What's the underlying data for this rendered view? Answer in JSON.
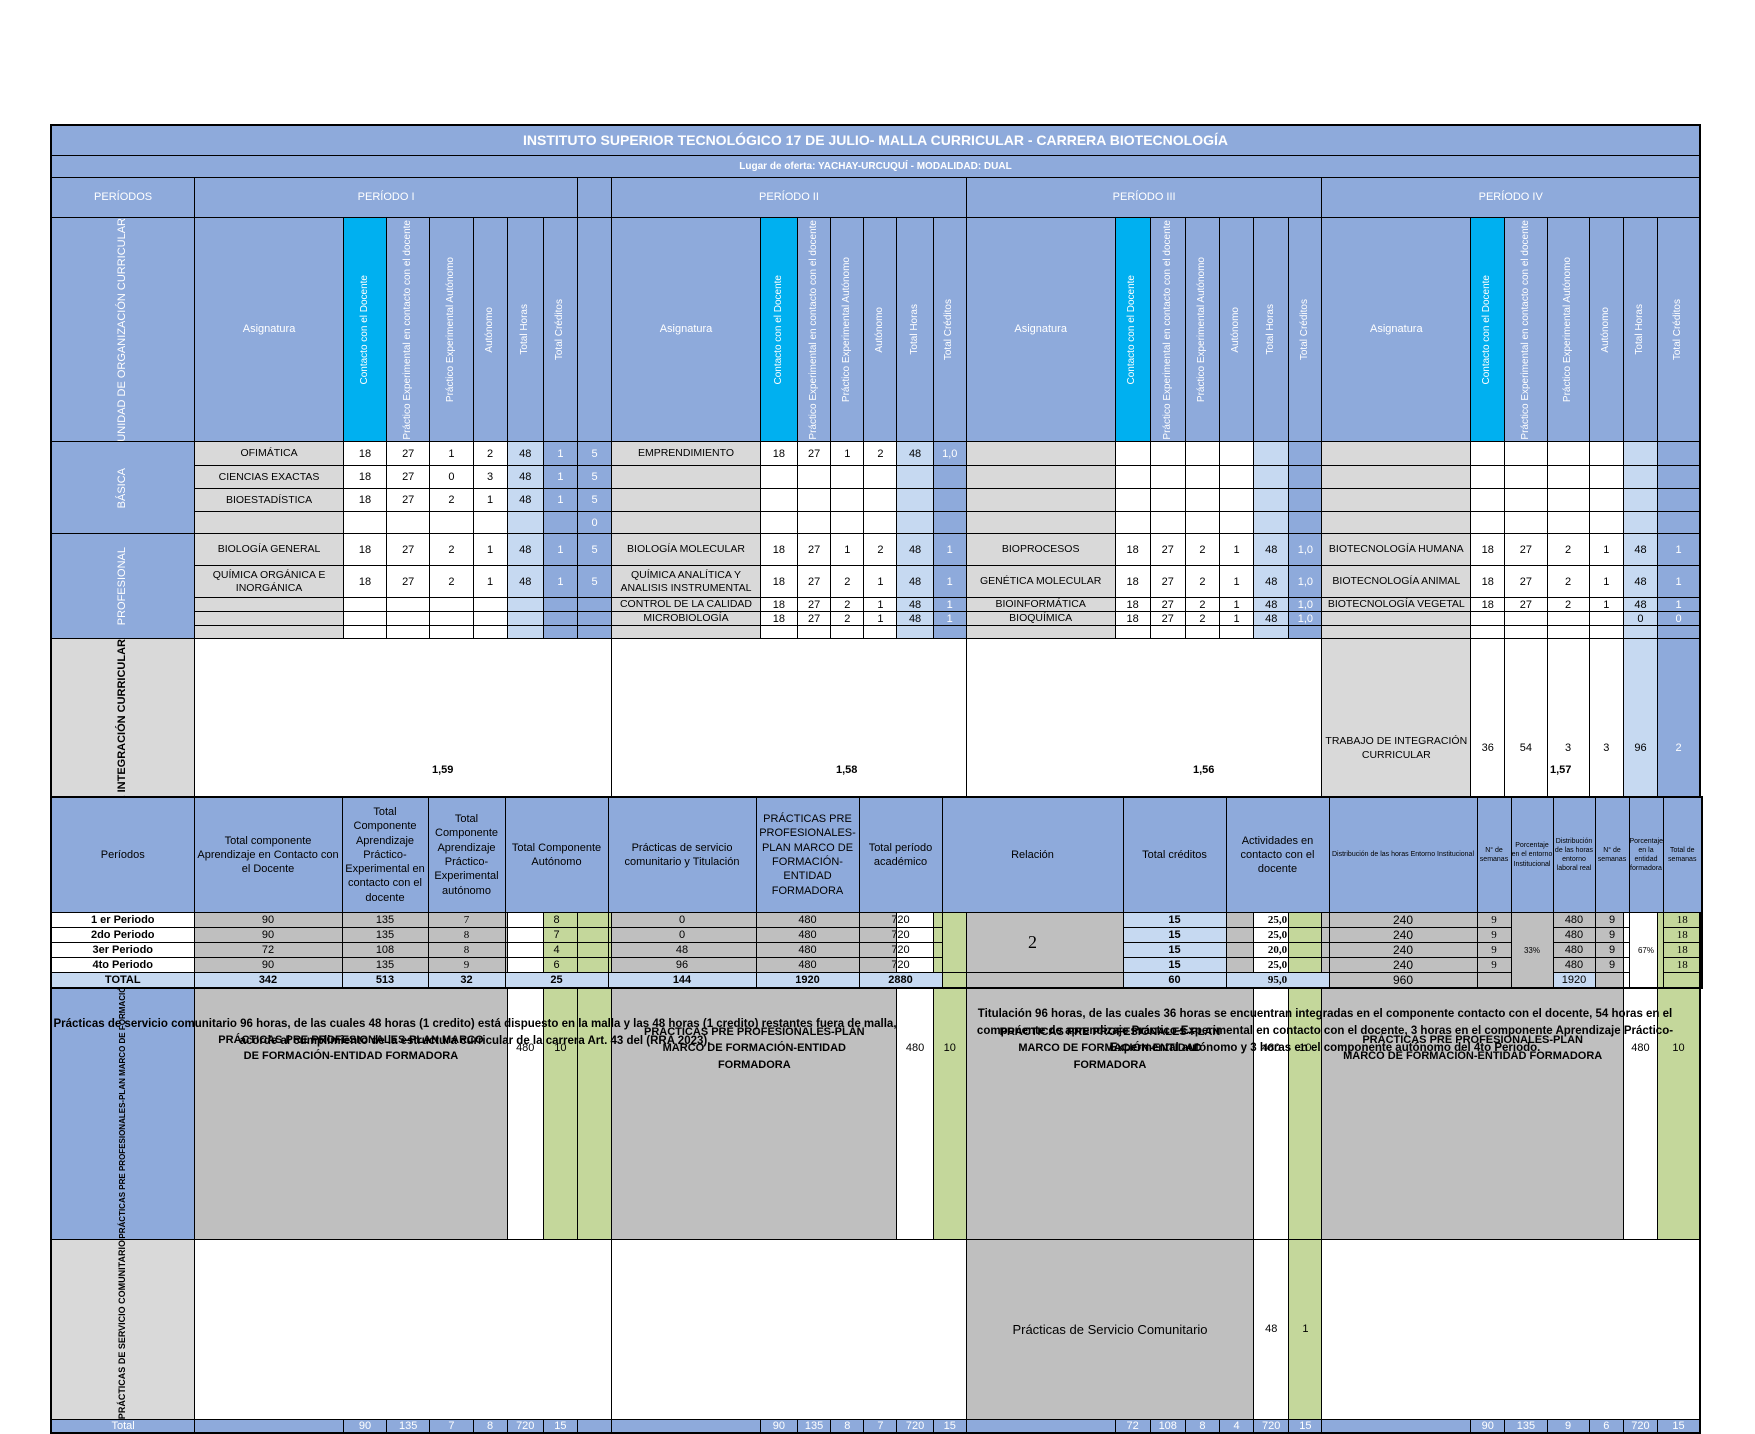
{
  "title": "INSTITUTO SUPERIOR TECNOLÓGICO 17 DE JULIO- MALLA CURRICULAR - CARRERA BIOTECNOLOGÍA",
  "subtitle": "Lugar de oferta: YACHAY-URCUQUÍ  - MODALIDAD: DUAL",
  "periodos_label": "PERÍODOS",
  "periods": [
    "PERÍODO I",
    "PERÍODO II",
    "PERÍODO III",
    "PERÍODO IV"
  ],
  "unidad_label": "UNIDAD DE ORGANIZACIÓN CURRICULAR",
  "col_headers": {
    "asignatura": "Asignatura",
    "contacto": "Contacto con el Docente",
    "pe_contacto": "Práctico Experimental en contacto con el docente",
    "pe_autonomo": "Práctico Experimental Autónomo",
    "autonomo": "Autónomo",
    "total_horas": "Total Horas",
    "total_creditos": "Total Créditos"
  },
  "units": {
    "basica": "BÁSICA",
    "profesional": "PROFESIONAL",
    "integracion": "UNIDAD DE INTEGRACIÓN CURRICULAR",
    "practicas": "PRÁCTICAS PRE PROFESIONALES-PLAN MARCO DE FORMACIÓN-ENTIDAD FORMADORA (DUAL)",
    "servicio": "PRÁCTICAS DE SERVICIO COMUNITARIO"
  },
  "basica": {
    "p1": [
      [
        "OFIMÁTICA",
        "18",
        "27",
        "1",
        "2",
        "48",
        "1"
      ],
      [
        "CIENCIAS EXACTAS",
        "18",
        "27",
        "0",
        "3",
        "48",
        "1"
      ],
      [
        "BIOESTADÍSTICA",
        "18",
        "27",
        "2",
        "1",
        "48",
        "1"
      ],
      [
        "",
        "",
        "",
        "",
        "",
        "",
        ""
      ]
    ],
    "p1_extra": [
      "5",
      "5",
      "5",
      "0"
    ],
    "p2": [
      [
        "EMPRENDIMIENTO",
        "18",
        "27",
        "1",
        "2",
        "48",
        "1,0"
      ],
      [
        "",
        "",
        "",
        "",
        "",
        "",
        ""
      ],
      [
        "",
        "",
        "",
        "",
        "",
        "",
        ""
      ],
      [
        "",
        "",
        "",
        "",
        "",
        "",
        ""
      ]
    ]
  },
  "profesional": {
    "p1": [
      [
        "BIOLOGÍA GENERAL",
        "18",
        "27",
        "2",
        "1",
        "48",
        "1"
      ],
      [
        "QUÍMICA ORGÁNICA E INORGÁNICA",
        "18",
        "27",
        "2",
        "1",
        "48",
        "1"
      ],
      [
        "",
        "",
        "",
        "",
        "",
        "",
        ""
      ],
      [
        "",
        "",
        "",
        "",
        "",
        "",
        ""
      ]
    ],
    "p1_extra": [
      "5",
      "5",
      "",
      ""
    ],
    "p2": [
      [
        "BIOLOGÍA MOLECULAR",
        "18",
        "27",
        "1",
        "2",
        "48",
        "1"
      ],
      [
        "QUÍMICA ANALÍTICA Y ANALISIS INSTRUMENTAL",
        "18",
        "27",
        "2",
        "1",
        "48",
        "1"
      ],
      [
        "CONTROL DE LA CALIDAD",
        "18",
        "27",
        "2",
        "1",
        "48",
        "1"
      ],
      [
        "MICROBIOLOGÍA",
        "18",
        "27",
        "2",
        "1",
        "48",
        "1"
      ]
    ],
    "p3": [
      [
        "BIOPROCESOS",
        "18",
        "27",
        "2",
        "1",
        "48",
        "1,0"
      ],
      [
        "GENÉTICA MOLECULAR",
        "18",
        "27",
        "2",
        "1",
        "48",
        "1,0"
      ],
      [
        "BIOINFORMÁTICA",
        "18",
        "27",
        "2",
        "1",
        "48",
        "1,0"
      ],
      [
        "BIOQUÍMICA",
        "18",
        "27",
        "2",
        "1",
        "48",
        "1,0"
      ]
    ],
    "p4": [
      [
        "BIOTECNOLOGÍA HUMANA",
        "18",
        "27",
        "2",
        "1",
        "48",
        "1"
      ],
      [
        "BIOTECNOLOGÍA ANIMAL",
        "18",
        "27",
        "2",
        "1",
        "48",
        "1"
      ],
      [
        "BIOTECNOLOGÍA VEGETAL",
        "18",
        "27",
        "2",
        "1",
        "48",
        "1"
      ],
      [
        "",
        "",
        "",
        "",
        "",
        "0",
        "0"
      ]
    ]
  },
  "integracion": [
    "TRABAJO DE INTEGRACIÓN CURRICULAR",
    "36",
    "54",
    "3",
    "3",
    "96",
    "2"
  ],
  "practicas": {
    "label": "PRÁCTICAS PRE PROFESIONALES-PLAN MARCO DE FORMACIÓN-ENTIDAD FORMADORA",
    "horas": "480",
    "creditos": "10"
  },
  "servicio": {
    "label": "Prácticas de Servicio Comunitario",
    "horas": "48",
    "creditos": "1"
  },
  "total_label": "Total",
  "totals": {
    "p1": [
      "90",
      "135",
      "7",
      "8",
      "720",
      "15"
    ],
    "p2": [
      "90",
      "135",
      "8",
      "7",
      "720",
      "15"
    ],
    "p3": [
      "72",
      "108",
      "8",
      "4",
      "720",
      "15"
    ],
    "p4": [
      "90",
      "135",
      "9",
      "6",
      "720",
      "15"
    ]
  },
  "ratios": [
    "1,59",
    "1,58",
    "1,56",
    "1,57"
  ],
  "summary": {
    "headers": [
      "Períodos",
      "Total componente Aprendizaje en Contacto con el Docente",
      "Total Componente Aprendizaje Práctico-Experimental en contacto con el docente",
      "Total Componente Aprendizaje Práctico-Experimental autónomo",
      "Total Componente Autónomo",
      "Prácticas de servicio comunitario y Titulación",
      "PRÁCTICAS PRE PROFESIONALES-PLAN MARCO DE FORMACIÓN-ENTIDAD FORMADORA",
      "Total período académico",
      "Relación",
      "Total créditos",
      "Actividades en contacto con el docente",
      "Distribución de las horas Entorno Institucional",
      "N° de semanas",
      "Porcentaje en el entorno Institucional",
      "Distribución de las horas entorno laboral real",
      "N° de semanas",
      "Porcentaje en la entidad formadora",
      "Total de semanas"
    ],
    "rows": [
      [
        "1 er Periodo",
        "90",
        "135",
        "7",
        "8",
        "0",
        "480",
        "720",
        "15",
        "25,0",
        "240",
        "9",
        "480",
        "9",
        "18"
      ],
      [
        "2do Periodo",
        "90",
        "135",
        "8",
        "7",
        "0",
        "480",
        "720",
        "15",
        "25,0",
        "240",
        "9",
        "480",
        "9",
        "18"
      ],
      [
        "3er Periodo",
        "72",
        "108",
        "8",
        "4",
        "48",
        "480",
        "720",
        "15",
        "20,0",
        "240",
        "9",
        "480",
        "9",
        "18"
      ],
      [
        "4to Periodo",
        "90",
        "135",
        "9",
        "6",
        "96",
        "480",
        "720",
        "15",
        "25,0",
        "240",
        "9",
        "480",
        "9",
        "18"
      ]
    ],
    "relacion": "2",
    "pct_institucional": "33%",
    "pct_formadora": "67%",
    "total": [
      "TOTAL",
      "342",
      "513",
      "32",
      "25",
      "144",
      "1920",
      "2880",
      "60",
      "95,0",
      "960",
      "1920"
    ]
  },
  "notes": {
    "left": "Prácticas de servicio comunitario 96 horas, de las cuales 48 horas (1 credito) está dispuesto en la malla y las 48 horas (1 credito) restantes fuera de malla, acorde al cumplimiento de la estructura curricular de la carrera Art. 43 del (RRA 2023).",
    "right": "Titulación 96 horas, de las cuales 36 horas se encuentran integradas en el componente contacto con el docente, 54 horas en el componente de aprendizaje Práctico-Experimental en contacto con el docente, 3 horas en el componente Aprendizaje Práctico-Expermental autónomo y 3 horas en el componente autónomo del 4to Periodo."
  }
}
